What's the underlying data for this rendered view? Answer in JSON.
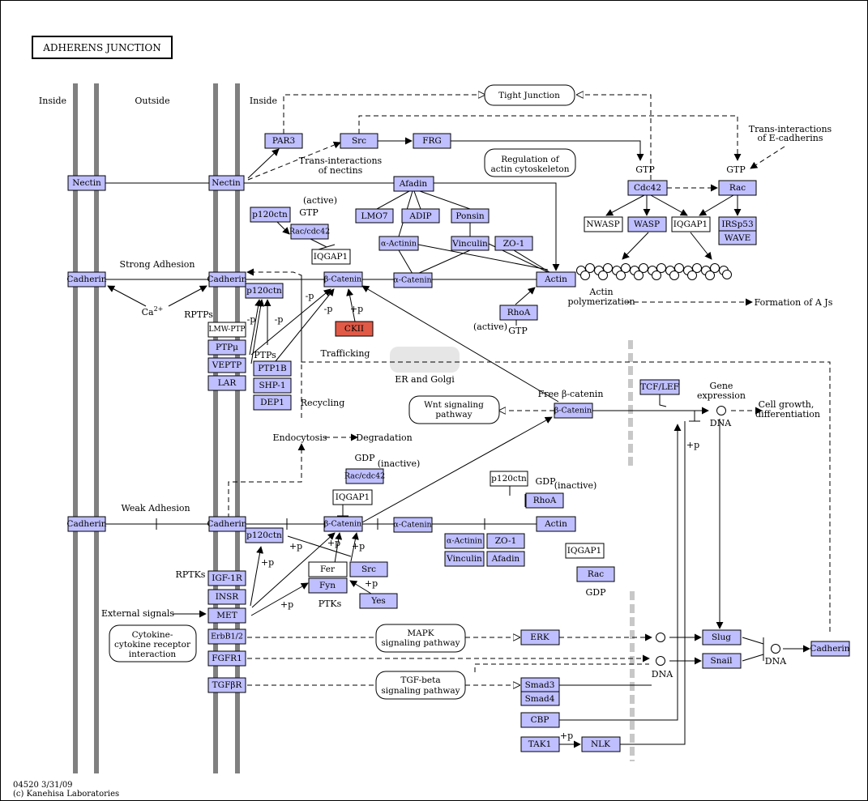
{
  "title": "ADHERENS JUNCTION",
  "footer": {
    "code": "04520 3/31/09",
    "copyright": "(c) Kanehisa Laboratories"
  },
  "regions": {
    "inside_left": "Inside",
    "outside": "Outside",
    "inside_right": "Inside"
  },
  "genes": {
    "nectin_l": "Nectin",
    "nectin_r": "Nectin",
    "par3": "PAR3",
    "src_top": "Src",
    "frg": "FRG",
    "afadin_top": "Afadin",
    "p120_top": "p120ctn",
    "raccdc42_top": "Rac/cdc42",
    "iqgap1_top": "IQGAP1",
    "lmo7": "LMO7",
    "adip": "ADIP",
    "ponsin": "Ponsin",
    "aactinin_top": "α-Actinin",
    "vinculin_top": "Vinculin",
    "zo1_top": "ZO-1",
    "cadherin_l_top": "Cadherin",
    "cadherin_r_top": "Cadherin",
    "p120_mid": "p120ctn",
    "bcat_top": "β-Catenin",
    "acat_top": "α-Catenin",
    "actin_top": "Actin",
    "ckii": "CKII",
    "rhoa_top": "RhoA",
    "imwptp": "LMW-PTP",
    "ptpmu": "PTPμ",
    "veptp": "VEPTP",
    "lar": "LAR",
    "ptp1b": "PTP1B",
    "shp1": "SHP-1",
    "dep1": "DEP1",
    "cdc42": "Cdc42",
    "rac_top": "Rac",
    "nwasp": "NWASP",
    "wasp": "WASP",
    "iqgap1_right": "IQGAP1",
    "irsp53": "IRSp53",
    "wave": "WAVE",
    "tcflef": "TCF/LEF",
    "bcat_free": "β-Catenin",
    "raccdc42_mid": "Rac/cdc42",
    "p120_right": "p120ctn",
    "rhoa_mid": "RhoA",
    "iqgap1_mid": "IQGAP1",
    "cadherin_l_bot": "Cadherin",
    "cadherin_r_bot": "Cadherin",
    "p120_bot": "p120ctn",
    "bcat_bot": "β-Catenin",
    "acat_bot": "α-Catenin",
    "actin_bot": "Actin",
    "aactinin_bot": "α-Actinin",
    "zo1_bot": "ZO-1",
    "vinculin_bot": "Vinculin",
    "afadin_bot": "Afadin",
    "iqgap1_bot": "IQGAP1",
    "rac_bot": "Rac",
    "fer": "Fer",
    "src_bot": "Src",
    "fyn": "Fyn",
    "yes": "Yes",
    "igf1r": "IGF-1R",
    "insr": "INSR",
    "met": "MET",
    "erbb12": "ErbB1/2",
    "fgfr1": "FGFR1",
    "tgfbr": "TGFβR",
    "erk": "ERK",
    "smad3": "Smad3",
    "smad4": "Smad4",
    "cbp": "CBP",
    "tak1": "TAK1",
    "nlk": "NLK",
    "slug": "Slug",
    "snail": "Snail",
    "cadherin_far": "Cadherin"
  },
  "maps": {
    "tight_junction": "Tight Junction",
    "reg_actin_1": "Regulation of",
    "reg_actin_2": "actin cytoskeleton",
    "wnt_1": "Wnt signaling",
    "wnt_2": "pathway",
    "cyto_1": "Cytokine-",
    "cyto_2": "cytokine receptor",
    "cyto_3": "interaction",
    "mapk_1": "MAPK",
    "mapk_2": "signaling pathway",
    "tgfb_1": "TGF-beta",
    "tgfb_2": "signaling pathway"
  },
  "labels": {
    "trans_nectins_1": "Trans-interactions",
    "trans_nectins_2": "of nectins",
    "trans_ecad_1": "Trans-interactions",
    "trans_ecad_2": "of E-cadherins",
    "strong_adhesion": "Strong Adhesion",
    "weak_adhesion": "Weak Adhesion",
    "ca": "Ca",
    "ca_sup": "2+",
    "rptps": "RPTPs",
    "ptps": "PTPs",
    "rptks": "RPTKs",
    "ptks": "PTKs",
    "active": "(active)",
    "inactive": "(inactive)",
    "gtp": "GTP",
    "gdp": "GDP",
    "plus_p": "+p",
    "minus_p": "-p",
    "trafficking": "Trafficking",
    "er_golgi": "ER and Golgi",
    "recycling": "Recycling",
    "endocytosis": "Endocytosis",
    "degradation": "Degradation",
    "free_bcat": "Free β-catenin",
    "gene_expr_1": "Gene",
    "gene_expr_2": "expression",
    "dna": "DNA",
    "cell_growth_1": "Cell growth,",
    "cell_growth_2": "differentiation",
    "actin_poly_1": "Actin",
    "actin_poly_2": "polymerization",
    "formation_aj": "Formation of A Js",
    "external_signals": "External signals"
  }
}
